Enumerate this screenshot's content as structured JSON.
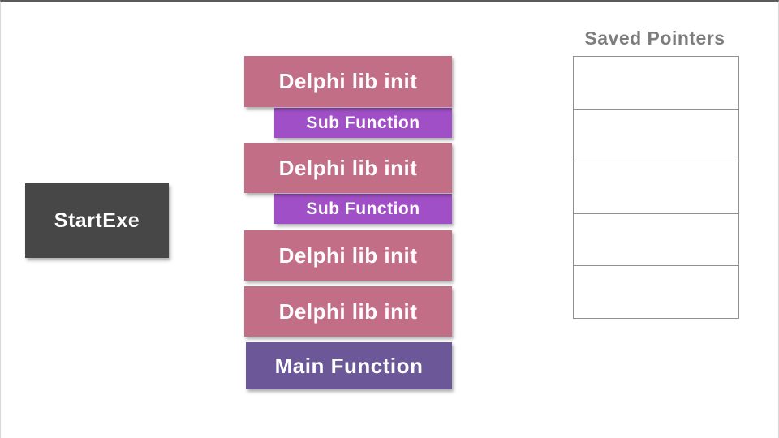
{
  "diagram": {
    "title": "Saved Pointers",
    "start_box": {
      "label": "StartExe"
    },
    "stack": {
      "items": [
        {
          "label": "Delphi lib init",
          "type": "lib"
        },
        {
          "label": "Sub Function",
          "type": "sub"
        },
        {
          "label": "Delphi lib init",
          "type": "lib"
        },
        {
          "label": "Sub Function",
          "type": "sub"
        },
        {
          "label": "Delphi lib init",
          "type": "lib"
        },
        {
          "label": "Delphi lib init",
          "type": "lib"
        },
        {
          "label": "Main Function",
          "type": "main"
        }
      ]
    },
    "saved_pointers": {
      "title": "Saved Pointers",
      "slot_count": 5,
      "slots": [
        "",
        "",
        "",
        "",
        ""
      ]
    }
  },
  "colors": {
    "lib_box": "#c16e86",
    "sub_box": "#a14fc6",
    "main_box": "#6c5899",
    "start_box": "#474747",
    "box_text": "#ffffff",
    "title_text": "#7d7d7d",
    "table_border": "#909090",
    "canvas_top_edge": "#5a5a5a",
    "background": "#ffffff"
  }
}
